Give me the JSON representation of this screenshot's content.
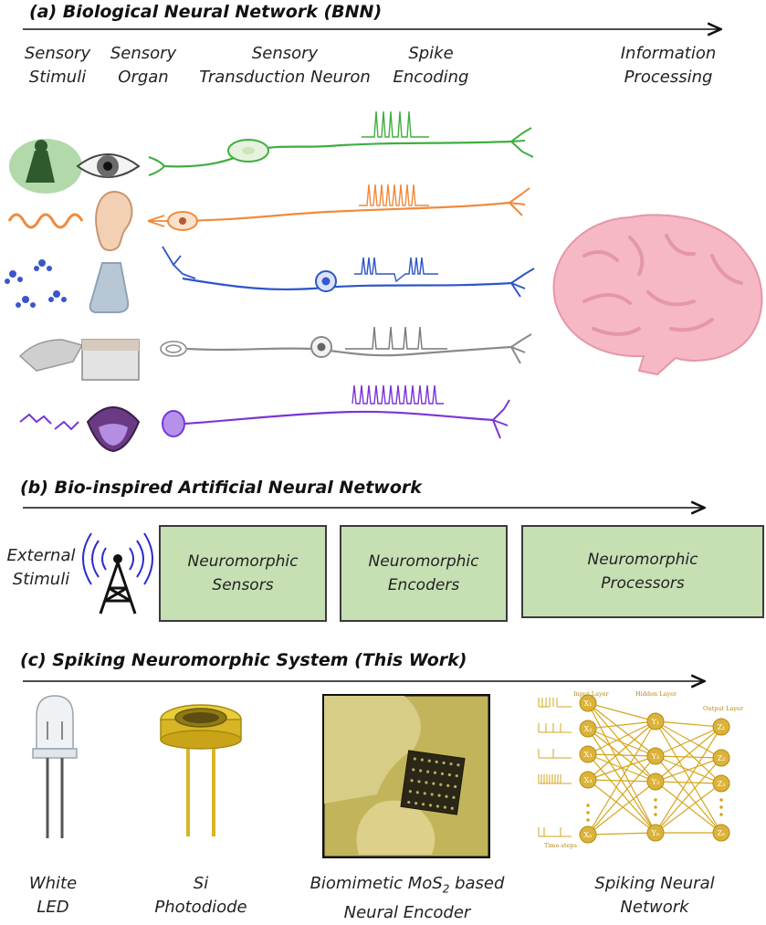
{
  "panel_a": {
    "title": "(a) Biological Neural Network (BNN)",
    "headers": [
      {
        "line1": "Sensory",
        "line2": "Stimuli"
      },
      {
        "line1": "Sensory",
        "line2": "Organ"
      },
      {
        "line1": "Sensory",
        "line2": "Transduction Neuron"
      },
      {
        "line1": "Spike",
        "line2": "Encoding"
      },
      {
        "line1": "Information",
        "line2": "Processing"
      }
    ]
  },
  "panel_b": {
    "title": "(b) Bio-inspired Artificial Neural Network",
    "stimuli": {
      "line1": "External",
      "line2": "Stimuli"
    },
    "boxes": [
      {
        "line1": "Neuromorphic",
        "line2": "Sensors"
      },
      {
        "line1": "Neuromorphic",
        "line2": "Encoders"
      },
      {
        "line1": "Neuromorphic",
        "line2": "Processors"
      }
    ]
  },
  "panel_c": {
    "title": "(c) Spiking Neuromorphic System (This Work)",
    "captions": [
      {
        "line1": "White",
        "line2": "LED"
      },
      {
        "line1": "Si",
        "line2": "Photodiode"
      },
      {
        "line1_pre": "Biomimetic MoS",
        "line1_sub": "2",
        "line1_post": " based",
        "line2": "Neural Encoder"
      },
      {
        "line1": "Spiking Neural",
        "line2": "Network"
      }
    ],
    "snn": {
      "input_layer": "Input Layer",
      "hidden_layer": "Hidden Layer",
      "output_layer": "Output Layer",
      "time_steps": "Time-steps",
      "input_nodes": [
        "X₁",
        "X₂",
        "X₃",
        "X₄",
        "Xₙ"
      ],
      "hidden_nodes": [
        "Y₁",
        "Y₂",
        "Y₃",
        "Yₙ"
      ],
      "output_nodes": [
        "Z₁",
        "Z₂",
        "Z₃",
        "Zₙ"
      ]
    }
  },
  "colors": {
    "vision": "#3fae3f",
    "audio": "#f08a3c",
    "smell": "#2f55c8",
    "touch": "#8a8a8a",
    "taste": "#7a35d6",
    "box_fill": "#c6e0b4",
    "brain": "#f6b8c4",
    "gold": "#d8b524"
  }
}
